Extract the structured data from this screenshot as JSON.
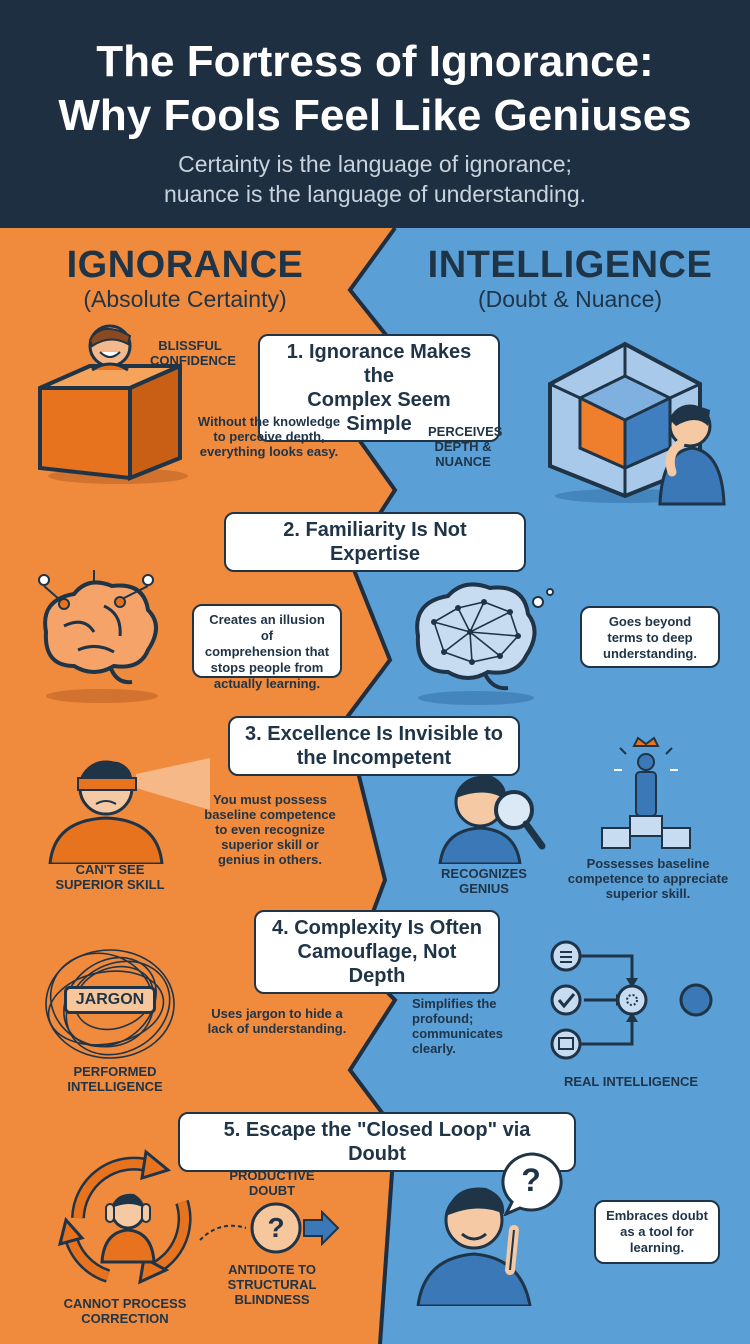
{
  "header": {
    "title_line1": "The Fortress of Ignorance:",
    "title_line2": "Why Fools Feel Like Geniuses",
    "subtitle_line1": "Certainty is the language of ignorance;",
    "subtitle_line2": "nuance is the language of understanding."
  },
  "columns": {
    "left": {
      "title": "IGNORANCE",
      "subtitle": "(Absolute Certainty)"
    },
    "right": {
      "title": "INTELLIGENCE",
      "subtitle": "(Doubt & Nuance)"
    }
  },
  "colors": {
    "header_bg": "#1f2f42",
    "ignorance": "#f08a3c",
    "intelligence": "#5a9fd6",
    "ink": "#1f3447"
  },
  "sections": [
    {
      "heading_line1": "1. Ignorance Makes the",
      "heading_line2": "Complex Seem Simple",
      "left_caption_line1": "BLISSFUL",
      "left_caption_line2": "CONFIDENCE",
      "left_text_line1": "Without the knowledge",
      "left_text_line2": "to perceive depth,",
      "left_text_line3": "everything looks easy.",
      "right_caption_line1": "PERCEIVES",
      "right_caption_line2": "DEPTH &",
      "right_caption_line3": "NUANCE",
      "icons": [
        "simple-cube-icon",
        "layered-cube-icon",
        "thinking-person-icon"
      ]
    },
    {
      "heading": "2. Familiarity Is Not Expertise",
      "left_text_line1": "Creates an illusion of",
      "left_text_line2": "comprehension that",
      "left_text_line3": "stops people from",
      "left_text_line4": "actually learning.",
      "right_text_line1": "Goes beyond",
      "right_text_line2": "terms to deep",
      "right_text_line3": "understanding.",
      "icons": [
        "shallow-brain-icon",
        "network-brain-icon"
      ]
    },
    {
      "heading_line1": "3. Excellence Is Invisible to",
      "heading_line2": "the Incompetent",
      "left_text_line1": "You must possess",
      "left_text_line2": "baseline competence",
      "left_text_line3": "to even recognize",
      "left_text_line4": "superior skill or",
      "left_text_line5": "genius in others.",
      "left_caption_line1": "CAN'T SEE",
      "left_caption_line2": "SUPERIOR SKILL",
      "right_caption_line1": "RECOGNIZES",
      "right_caption_line2": "GENIUS",
      "right_text_line1": "Possesses baseline",
      "right_text_line2": "competence to appreciate",
      "right_text_line3": "superior skill.",
      "icons": [
        "blindfold-person-icon",
        "magnifier-person-icon",
        "podium-crown-icon"
      ]
    },
    {
      "heading_line1": "4. Complexity Is Often",
      "heading_line2": "Camouflage, Not Depth",
      "jargon_label": "JARGON",
      "left_text_line1": "Uses jargon to hide a",
      "left_text_line2": "lack of understanding.",
      "left_caption_line1": "PERFORMED",
      "left_caption_line2": "INTELLIGENCE",
      "right_text_line1": "Simplifies the",
      "right_text_line2": "profound;",
      "right_text_line3": "communicates",
      "right_text_line4": "clearly.",
      "right_caption": "REAL INTELLIGENCE",
      "icons": [
        "tangled-scribble-icon",
        "flow-diagram-icon"
      ]
    },
    {
      "heading": "5. Escape the \"Closed Loop\" via Doubt",
      "left_caption_line1": "CANNOT PROCESS",
      "left_caption_line2": "CORRECTION",
      "middle_top_line1": "PRODUCTIVE",
      "middle_top_line2": "DOUBT",
      "middle_bottom_line1": "ANTIDOTE TO",
      "middle_bottom_line2": "STRUCTURAL",
      "middle_bottom_line3": "BLINDNESS",
      "right_text_line1": "Embraces doubt",
      "right_text_line2": "as a tool for",
      "right_text_line3": "learning.",
      "question_mark": "?",
      "icons": [
        "closed-loop-person-icon",
        "question-arrow-icon",
        "pointing-person-icon",
        "question-bubble-icon"
      ]
    }
  ]
}
